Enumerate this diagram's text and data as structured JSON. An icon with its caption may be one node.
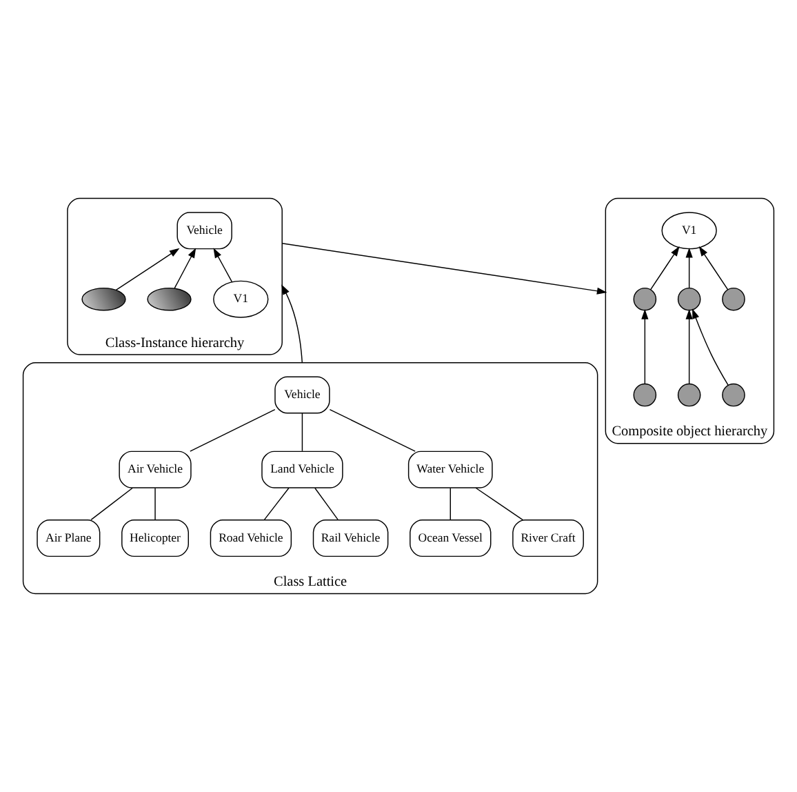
{
  "diagram": {
    "nodes": [
      {
        "text": [
          "Class-Instance hierarchy"
        ]
      },
      {
        "text": [
          "Vehicle"
        ],
        "in": 0
      },
      {
        "text": [],
        "shape": "ellipse",
        "in": 0
      },
      {
        "text": [],
        "shape": "ellipse",
        "in": 0
      },
      {
        "text": [
          "V1"
        ],
        "in": 0
      },
      {
        "text": [
          "Composite object hierarchy"
        ]
      },
      {
        "text": [],
        "shape": "circle",
        "in": 5
      },
      {
        "text": [],
        "shape": "circle",
        "in": 5
      },
      {
        "text": [],
        "shape": "circle",
        "in": 5
      },
      {
        "text": [],
        "shape": "circle",
        "in": 5
      },
      {
        "text": [],
        "shape": "circle",
        "in": 5
      },
      {
        "text": [],
        "shape": "circle",
        "in": 5
      },
      {
        "text": [
          "V1"
        ],
        "in": 5
      },
      {
        "text": [
          "Class Lattice"
        ]
      },
      {
        "text": [
          "Vehicle"
        ],
        "in": 13
      },
      {
        "text": [
          "Air Vehicle"
        ],
        "in": 13
      },
      {
        "text": [
          "Land Vehicle"
        ],
        "in": 13
      },
      {
        "text": [
          "Water Vehicle"
        ],
        "in": 13
      },
      {
        "text": [
          "Air Plane"
        ],
        "in": 13
      },
      {
        "text": [
          "Helicopter"
        ],
        "in": 13
      },
      {
        "text": [
          "Road Vehicle"
        ],
        "in": 13
      },
      {
        "text": [
          "Rail Vehicle"
        ],
        "in": 13
      },
      {
        "text": [
          "Ocean Vessel"
        ],
        "in": 13
      },
      {
        "text": [
          "River Craft"
        ],
        "in": 13
      }
    ],
    "edges": [
      {
        "from": 2,
        "to": 1,
        "arrow": "to"
      },
      {
        "from": 3,
        "to": 1,
        "arrow": "to"
      },
      {
        "from": 4,
        "to": 1,
        "arrow": "to"
      },
      {
        "from": 7,
        "to": 6,
        "arrow": "to"
      },
      {
        "from": 6,
        "to": 12,
        "arrow": "to"
      },
      {
        "from": 8,
        "to": 9,
        "arrow": "to"
      },
      {
        "from": 9,
        "to": 12,
        "arrow": "to"
      },
      {
        "from": 10,
        "to": 9,
        "arrow": "to"
      },
      {
        "from": 11,
        "to": 12,
        "arrow": "to"
      },
      {
        "from": 0,
        "to": 5,
        "arrow": "to"
      },
      {
        "from": 13,
        "to": 0,
        "arrow": "to"
      },
      {
        "from": 14,
        "to": 15,
        "arrow": "none"
      },
      {
        "from": 14,
        "to": 16,
        "arrow": "none"
      },
      {
        "from": 14,
        "to": 17,
        "arrow": "none"
      },
      {
        "from": 15,
        "to": 18,
        "arrow": "none"
      },
      {
        "from": 15,
        "to": 19,
        "arrow": "none"
      },
      {
        "from": 16,
        "to": 20,
        "arrow": "none"
      },
      {
        "from": 16,
        "to": 21,
        "arrow": "none"
      },
      {
        "from": 17,
        "to": 22,
        "arrow": "none"
      },
      {
        "from": 17,
        "to": 23,
        "arrow": "none"
      }
    ]
  }
}
